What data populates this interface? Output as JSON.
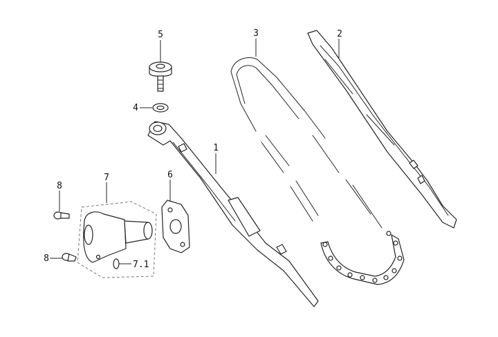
{
  "callouts": {
    "p1": "1",
    "p2": "2",
    "p3": "3",
    "p4": "4",
    "p5": "5",
    "p6": "6",
    "p7": "7",
    "p7_1": "7.1",
    "p8_top": "8",
    "p8_bottom": "8"
  },
  "colors": {
    "line": "#222222",
    "background": "#ffffff",
    "dashed_outline": "#777777"
  }
}
